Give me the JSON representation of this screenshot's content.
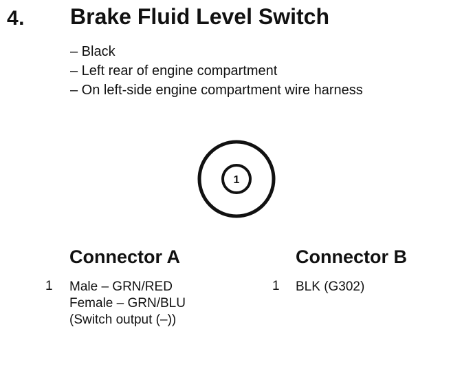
{
  "section": {
    "number": "4.",
    "title": "Brake Fluid Level Switch"
  },
  "details": [
    "– Black",
    "– Left rear of engine compartment",
    "– On left-side engine compartment wire harness"
  ],
  "diagram": {
    "pin_label": "1"
  },
  "connector_a": {
    "heading": "Connector A",
    "pins": [
      {
        "number": "1",
        "lines": [
          "Male – GRN/RED",
          "Female – GRN/BLU",
          "(Switch output (–))"
        ]
      }
    ]
  },
  "connector_b": {
    "heading": "Connector B",
    "pins": [
      {
        "number": "1",
        "lines": [
          "BLK (G302)"
        ]
      }
    ]
  }
}
